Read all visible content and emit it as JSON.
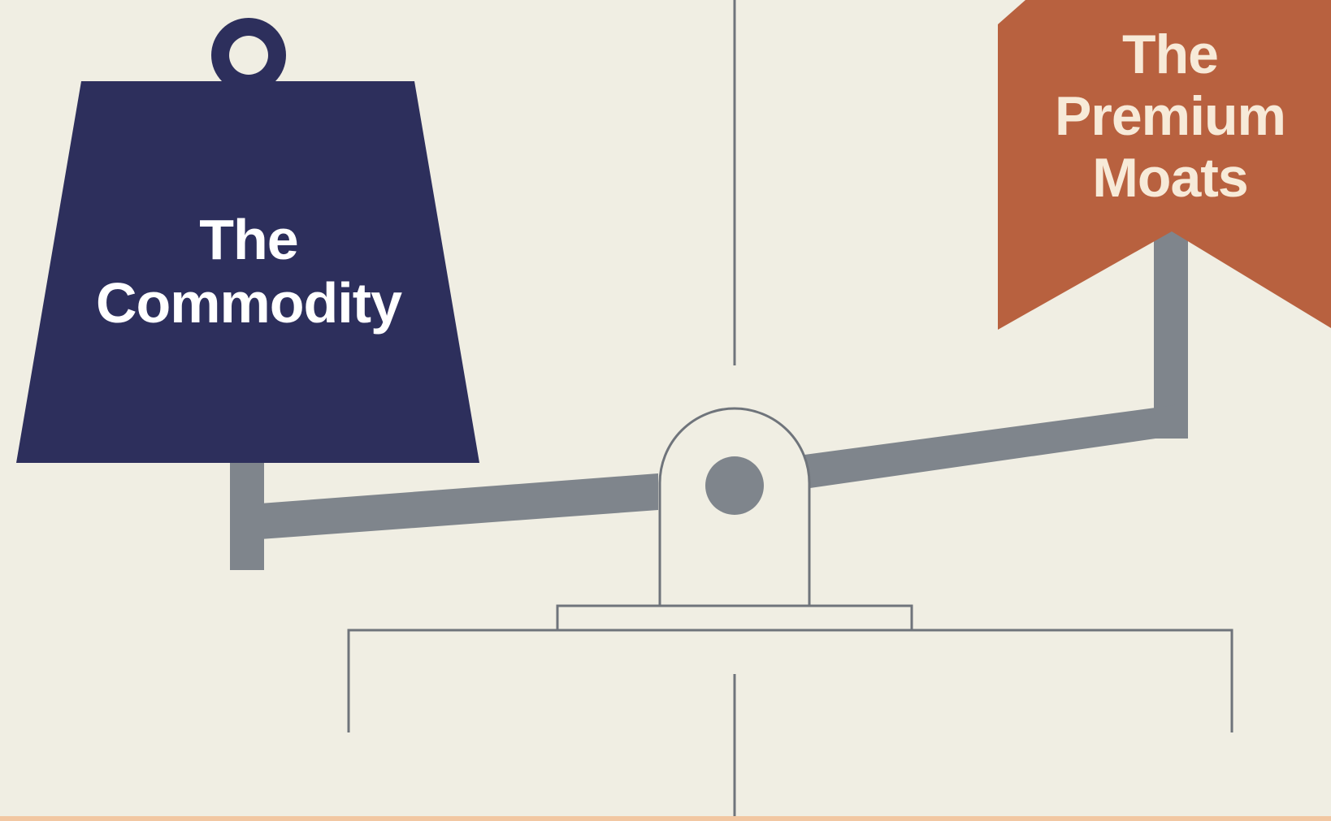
{
  "diagram": {
    "left_weight": {
      "label_line1": "The",
      "label_line2": "Commodity",
      "fill": "#2d2f5c",
      "text_color": "#ffffff"
    },
    "right_flag": {
      "label_line1": "The",
      "label_line2": "Premium",
      "label_line3": "Moats",
      "fill": "#b8613f",
      "text_color": "#f7ead8"
    },
    "colors": {
      "background": "#f0eee3",
      "beam": "#7f858c",
      "outline": "#6f747b",
      "bottom_stripe": "#f2c7a2"
    }
  }
}
